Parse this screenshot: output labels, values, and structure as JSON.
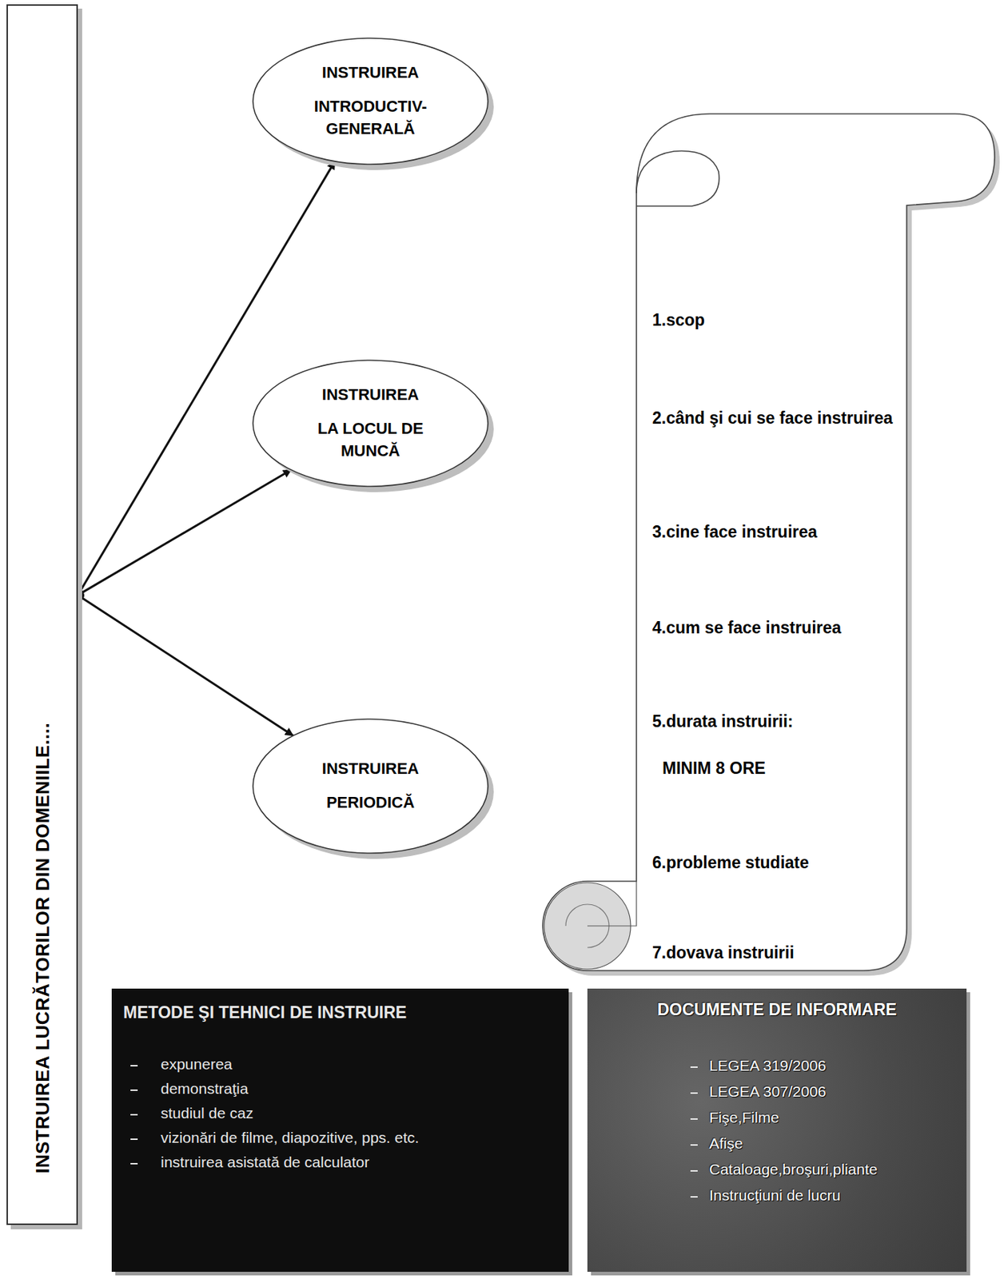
{
  "diagram": {
    "nodes": [
      {
        "text": [
          "INSTRUIREA LUCRĂTORILOR DIN DOMENIILE...."
        ]
      },
      {
        "text": [
          "INSTRUIREA",
          "INTRODUCTIV-GENERALĂ"
        ]
      },
      {
        "text": [
          "INSTRUIREA",
          "LA LOCUL DE MUNCĂ"
        ]
      },
      {
        "text": [
          "INSTRUIREA",
          "PERIODICĂ"
        ]
      },
      {
        "text": [
          "1.scop",
          "2.când şi cui se face instruirea",
          "3.cine face instruirea",
          "4.cum se face instruirea",
          "5.durata instruirii:",
          "MINIM 8 ORE",
          "6.probleme studiate",
          "7.dovava instruirii"
        ]
      },
      {
        "text": [
          "METODE ŞI TEHNICI DE INSTRUIRE",
          "expunerea",
          "demonstraţia",
          "studiul de caz",
          "vizionări de filme, diapozitive, pps. etc.",
          "instruirea asistată de calculator"
        ]
      },
      {
        "text": [
          "DOCUMENTE DE INFORMARE",
          "LEGEA 319/2006",
          "LEGEA 307/2006",
          "Fişe,Filme",
          "Afişe",
          "Cataloage,broşuri,pliante",
          "Instrucţiuni de lucru"
        ]
      }
    ],
    "edges": [
      {
        "from": 0,
        "to": 1,
        "arrow": "to"
      },
      {
        "from": 0,
        "to": 2,
        "arrow": "to"
      },
      {
        "from": 0,
        "to": 3,
        "arrow": "to"
      }
    ]
  }
}
